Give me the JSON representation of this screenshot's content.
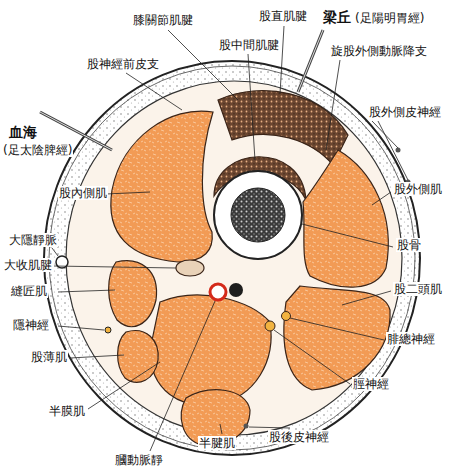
{
  "diagram": {
    "labels": [
      "膝關節肌腱",
      "股直肌腱",
      "梁丘",
      "(足陽明胃經)",
      "股中間肌腱",
      "旋股外側動脈降支",
      "股神經前皮支",
      "股外側皮神經",
      "血海",
      "(足太陰脾經)",
      "股內側肌",
      "股外側肌",
      "大隱靜脈",
      "股骨",
      "大收肌腱",
      "股二頭肌",
      "縫匠肌",
      "隱神經",
      "腓總神經",
      "股薄肌",
      "脛神經",
      "半膜肌",
      "股後皮神經",
      "半腱肌",
      "膕動脈靜"
    ]
  }
}
